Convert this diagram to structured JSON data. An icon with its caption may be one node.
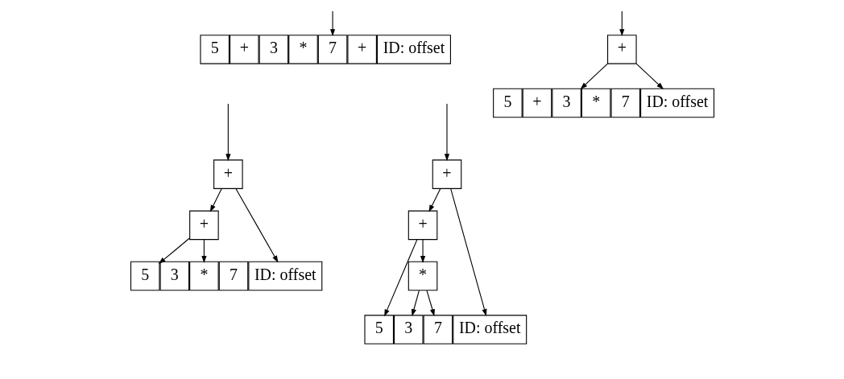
{
  "diagram": {
    "nodes": [
      {
        "text": [
          "5"
        ]
      },
      {
        "text": [
          "+"
        ]
      },
      {
        "text": [
          "3"
        ]
      },
      {
        "text": [
          "*"
        ]
      },
      {
        "text": [
          "7"
        ]
      },
      {
        "text": [
          "+"
        ]
      },
      {
        "text": [
          "ID: offset"
        ]
      },
      {
        "text": [
          "+"
        ]
      },
      {
        "text": [
          "5"
        ]
      },
      {
        "text": [
          "+"
        ]
      },
      {
        "text": [
          "3"
        ]
      },
      {
        "text": [
          "*"
        ]
      },
      {
        "text": [
          "7"
        ]
      },
      {
        "text": [
          "ID: offset"
        ]
      },
      {
        "text": [
          "+"
        ]
      },
      {
        "text": [
          "+"
        ]
      },
      {
        "text": [
          "5"
        ]
      },
      {
        "text": [
          "3"
        ]
      },
      {
        "text": [
          "*"
        ]
      },
      {
        "text": [
          "7"
        ]
      },
      {
        "text": [
          "ID: offset"
        ]
      },
      {
        "text": [
          "+"
        ]
      },
      {
        "text": [
          "+"
        ]
      },
      {
        "text": [
          "*"
        ]
      },
      {
        "text": [
          "5"
        ]
      },
      {
        "text": [
          "3"
        ]
      },
      {
        "text": [
          "7"
        ]
      },
      {
        "text": [
          "ID: offset"
        ]
      }
    ],
    "edges": [
      {
        "from": null,
        "to": 4,
        "arrow": "to"
      },
      {
        "from": null,
        "to": 7,
        "arrow": "to"
      },
      {
        "from": 7,
        "to": 10,
        "arrow": "to"
      },
      {
        "from": 7,
        "to": 13,
        "arrow": "to"
      },
      {
        "from": null,
        "to": 14,
        "arrow": "to"
      },
      {
        "from": 14,
        "to": 15,
        "arrow": "to"
      },
      {
        "from": 14,
        "to": 20,
        "arrow": "to"
      },
      {
        "from": 15,
        "to": 16,
        "arrow": "to"
      },
      {
        "from": 15,
        "to": 18,
        "arrow": "to"
      },
      {
        "from": null,
        "to": 21,
        "arrow": "to"
      },
      {
        "from": 21,
        "to": 22,
        "arrow": "to"
      },
      {
        "from": 21,
        "to": 27,
        "arrow": "to"
      },
      {
        "from": 22,
        "to": 24,
        "arrow": "to"
      },
      {
        "from": 22,
        "to": 23,
        "arrow": "to"
      },
      {
        "from": 23,
        "to": 25,
        "arrow": "to"
      },
      {
        "from": 23,
        "to": 26,
        "arrow": "to"
      }
    ]
  }
}
